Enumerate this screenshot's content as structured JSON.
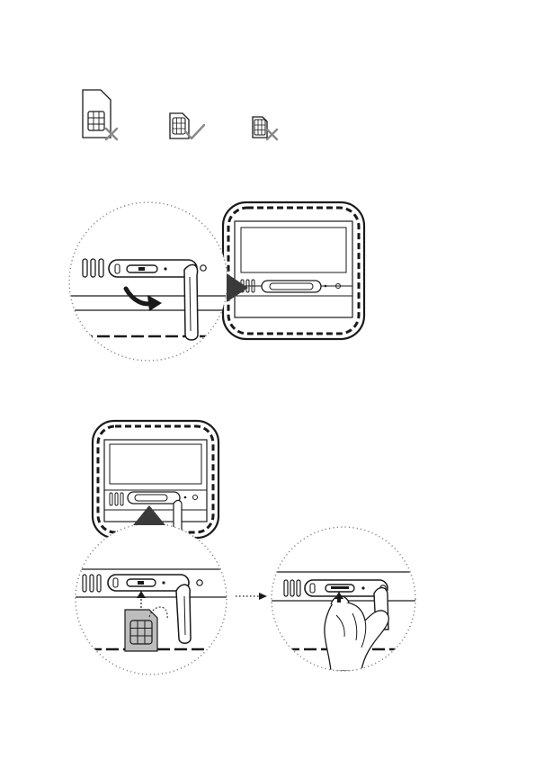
{
  "page": {
    "background": "#ffffff",
    "line_color": "#1a1a1a",
    "dot_color": "#888888",
    "sim_fill": "#bdbdbd"
  },
  "card_sizes": [
    {
      "name": "standard-sim",
      "status": "not-supported",
      "status_icon": "cross-icon"
    },
    {
      "name": "micro-sim",
      "status": "supported",
      "status_icon": "check-icon"
    },
    {
      "name": "nano-sim",
      "status": "not-supported",
      "status_icon": "cross-icon"
    }
  ],
  "steps": [
    {
      "name": "open-slot-cover",
      "arrow_icon": "curved-arrow-icon"
    },
    {
      "name": "insert-sim-card",
      "arrow_icon": "up-arrow-icon"
    },
    {
      "name": "push-sim-card",
      "arrow_icon": "dotted-arrow-icon"
    }
  ]
}
